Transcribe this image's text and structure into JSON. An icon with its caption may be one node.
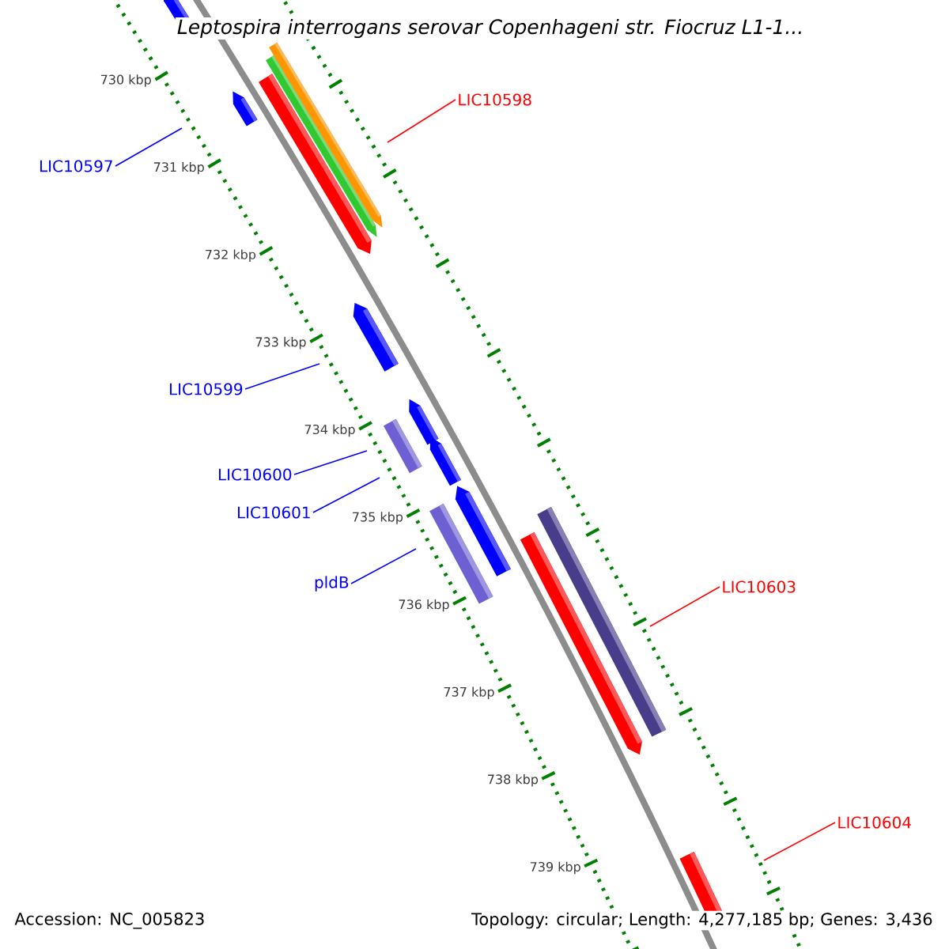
{
  "diagram": {
    "title": "Leptospira interrogans serovar Copenhageni str. Fiocruz L1-1...",
    "nodes": [
      {
        "text": [
          "LIC10597"
        ]
      },
      {
        "text": [
          "LIC10598"
        ]
      },
      {
        "text": [
          "LIC10599"
        ]
      },
      {
        "text": [
          "LIC10600"
        ]
      },
      {
        "text": [
          "LIC10601"
        ]
      },
      {
        "text": [
          "pldB"
        ]
      },
      {
        "text": [
          "LIC10603"
        ]
      },
      {
        "text": [
          "LIC10604"
        ]
      }
    ],
    "edges": [
      {
        "from": 0,
        "to": null,
        "arrow": "none"
      },
      {
        "from": 1,
        "to": null,
        "arrow": "none",
        "color": "#ff0000"
      },
      {
        "from": 2,
        "to": null,
        "arrow": "none"
      },
      {
        "from": 3,
        "to": null,
        "arrow": "none"
      },
      {
        "from": 4,
        "to": null,
        "arrow": "none"
      },
      {
        "from": 5,
        "to": null,
        "arrow": "none"
      },
      {
        "from": 6,
        "to": null,
        "arrow": "none",
        "color": "#ff0000"
      },
      {
        "from": 7,
        "to": null,
        "arrow": "none",
        "color": "#ff0000"
      }
    ],
    "labels": [
      "730 kbp",
      "731 kbp",
      "732 kbp",
      "733 kbp",
      "734 kbp",
      "735 kbp",
      "736 kbp",
      "737 kbp",
      "738 kbp",
      "739 kbp",
      "Accession: NC_005823",
      "Topology: circular; Length: 4,277,185 bp; Genes: 3,436"
    ]
  }
}
